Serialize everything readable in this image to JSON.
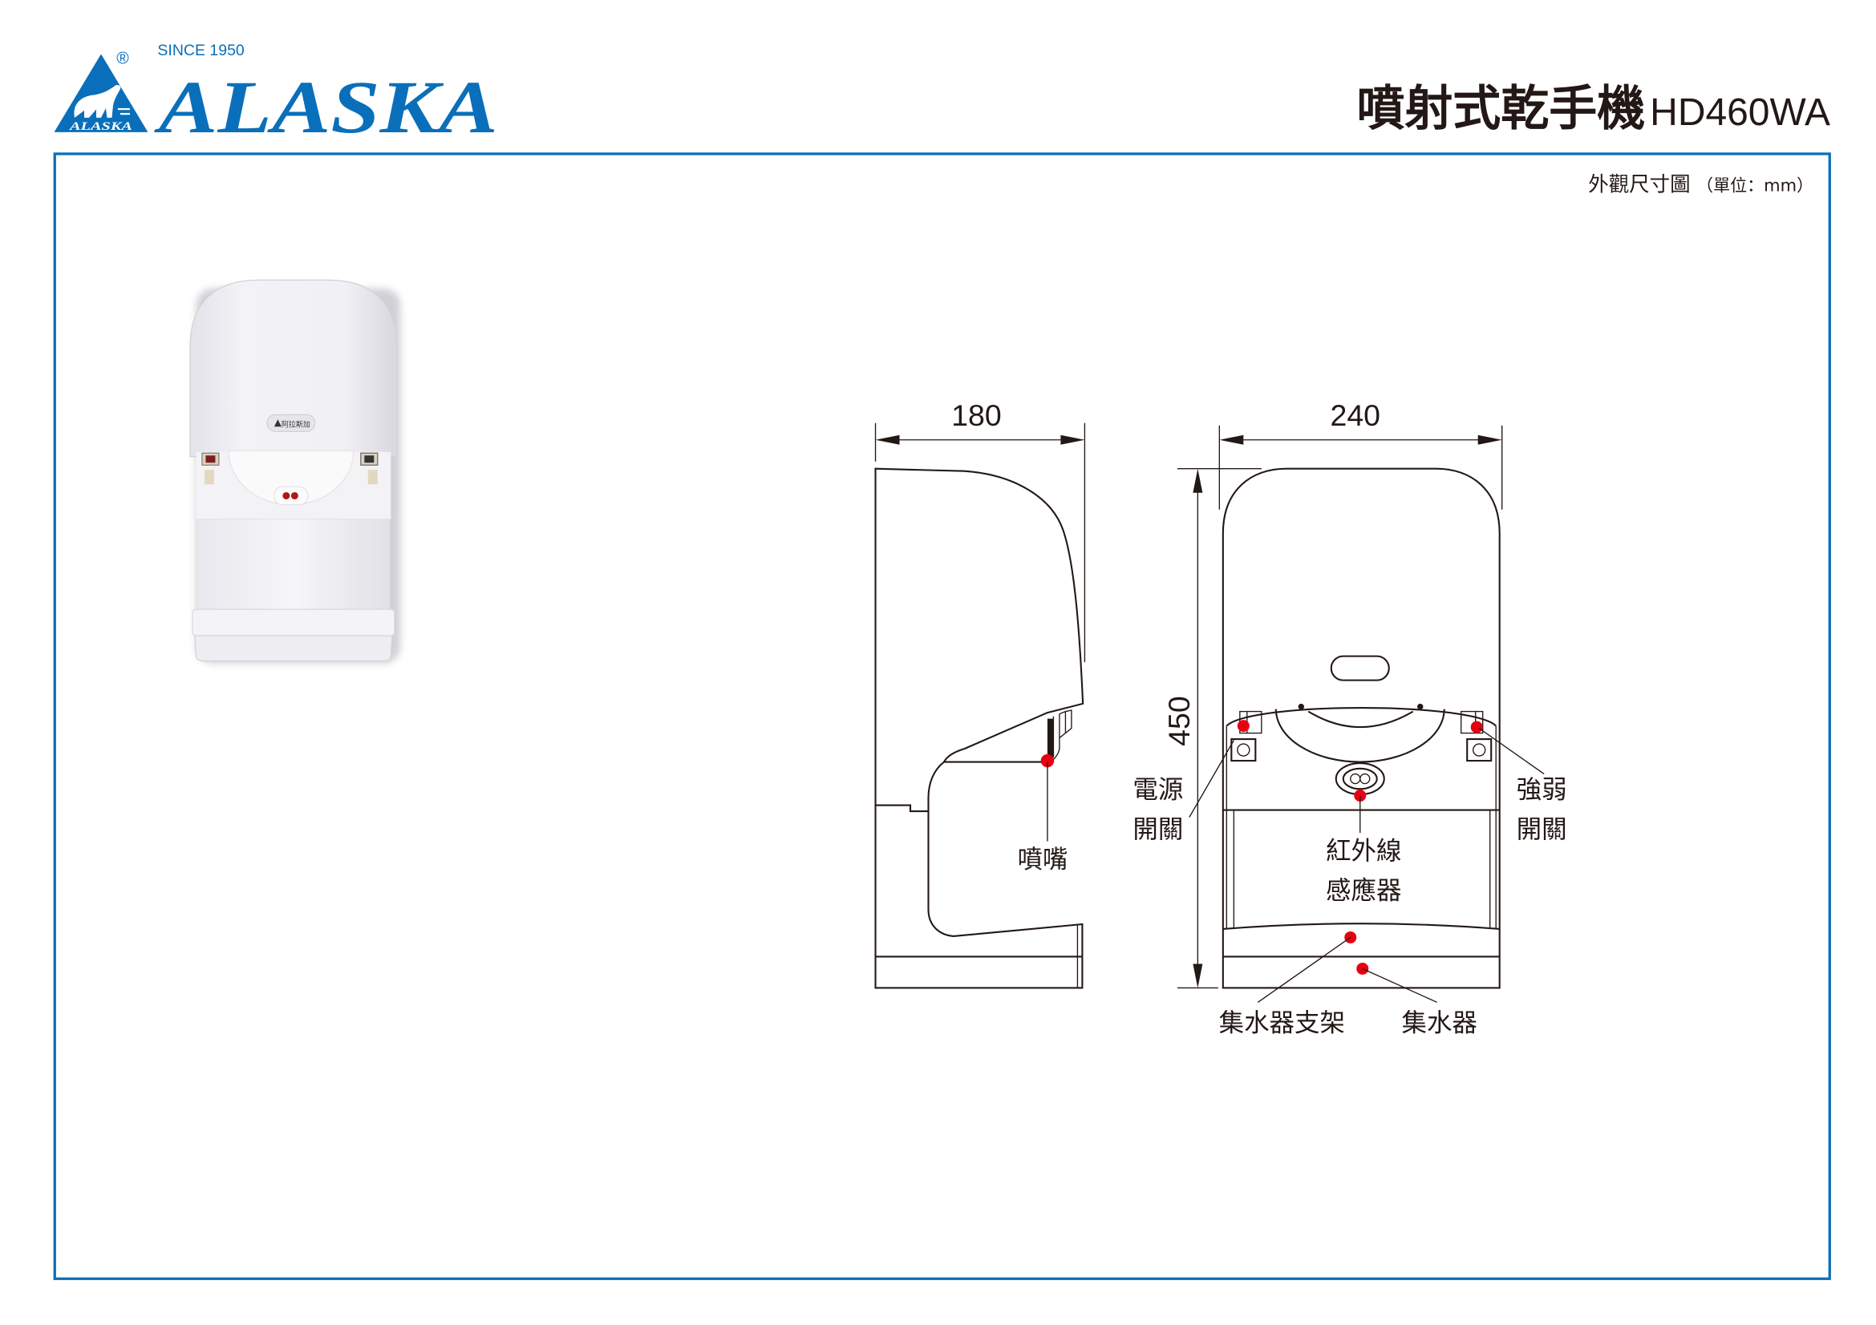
{
  "brand": {
    "name": "ALASKA",
    "since": "SINCE 1950",
    "registered": "®",
    "emblem_text": "ALASKA",
    "color": "#0a6fba"
  },
  "header": {
    "title": "噴射式乾手機",
    "model": "HD460WA"
  },
  "sheet": {
    "subtitle": "外觀尺寸圖",
    "unit": "（單位：mm）",
    "frame_color": "#0d6eb8"
  },
  "photo": {
    "badge_text": "阿拉斯加"
  },
  "drawing": {
    "side_view": {
      "depth": "180",
      "labels": {
        "nozzle": "噴嘴"
      }
    },
    "front_view": {
      "width": "240",
      "height": "450",
      "labels": {
        "power_switch_1": "電源",
        "power_switch_2": "開關",
        "strength_switch_1": "強弱",
        "strength_switch_2": "開關",
        "ir_sensor_1": "紅外線",
        "ir_sensor_2": "感應器",
        "collector_stand": "集水器支架",
        "collector": "集水器"
      }
    },
    "marker_color": "#e60012"
  }
}
